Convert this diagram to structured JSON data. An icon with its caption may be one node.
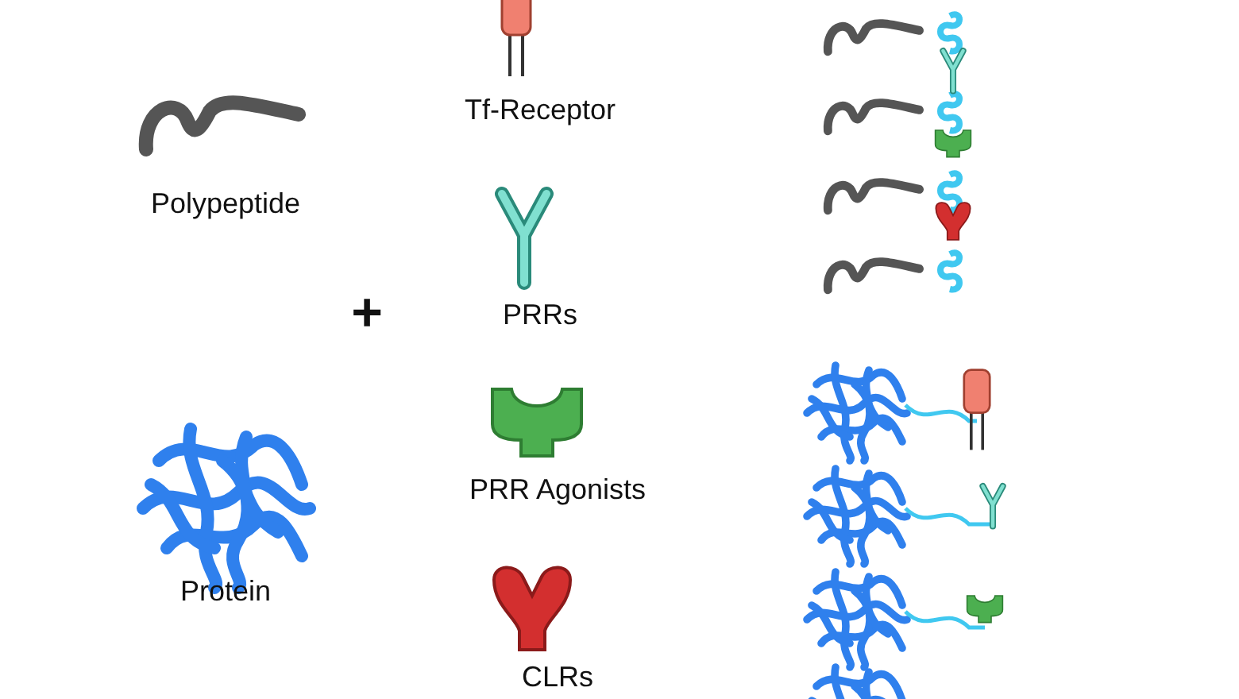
{
  "diagram": {
    "labels": [
      "Tf-Receptor",
      "Polypeptide",
      "PRRs",
      "+",
      "PRR Agonists",
      "Protein",
      "CLRs"
    ]
  }
}
